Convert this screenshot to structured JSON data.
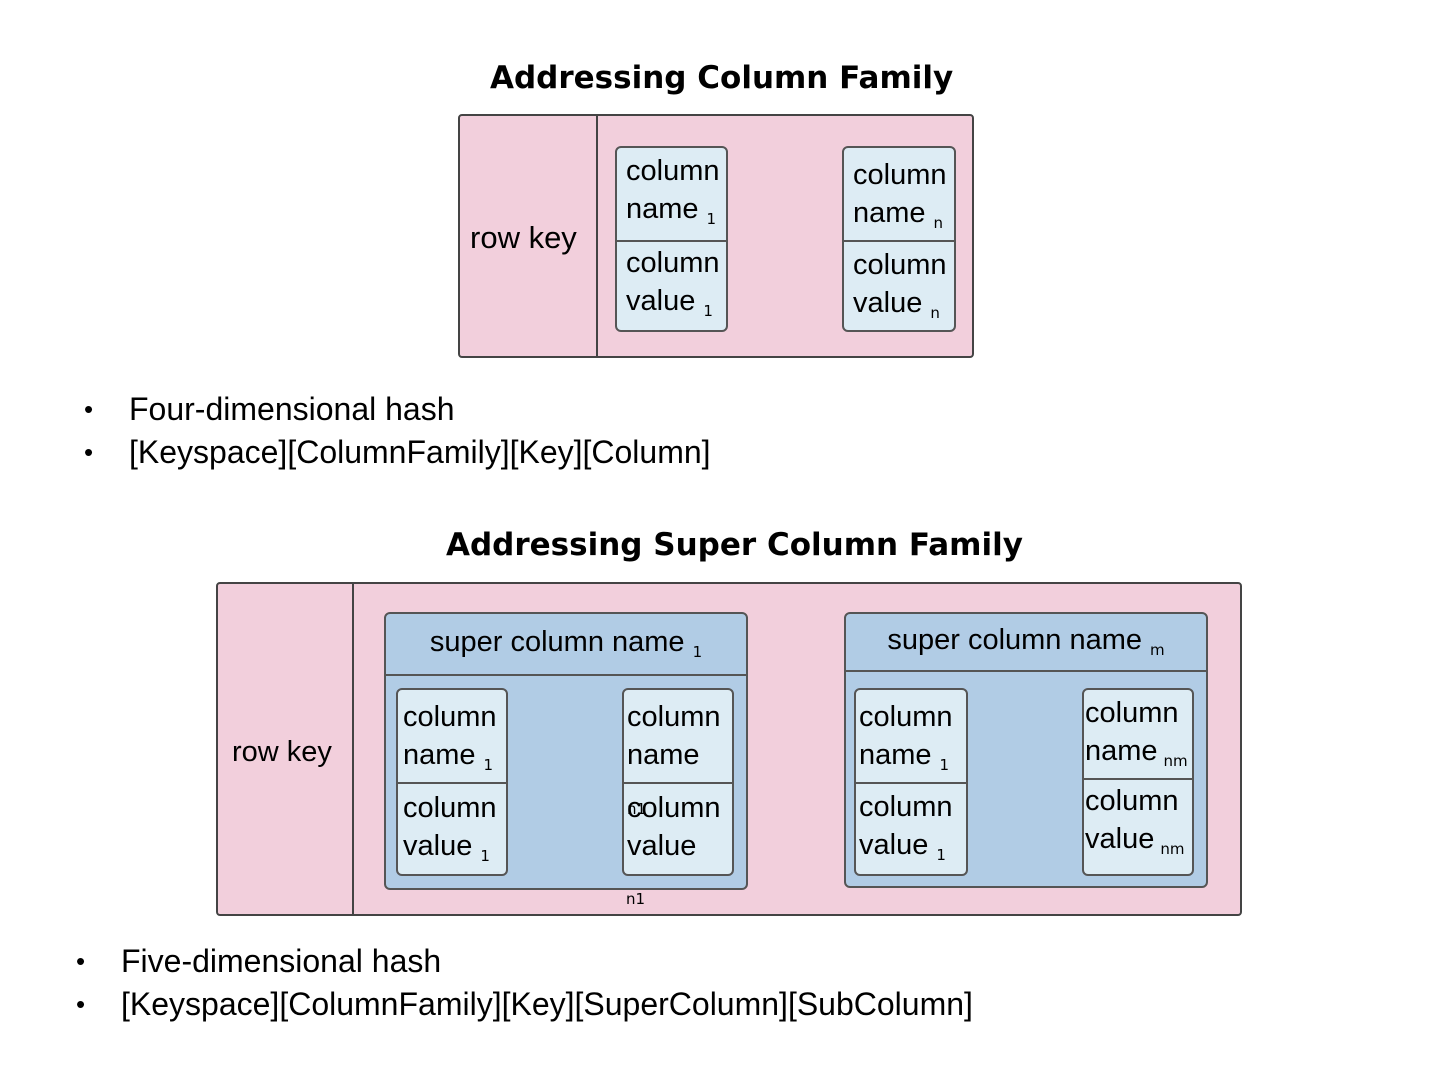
{
  "cf": {
    "title": "Addressing Column Family",
    "row_key": "row key",
    "col1": {
      "name": "column name",
      "name_sub": "1",
      "value": "column value",
      "value_sub": "1"
    },
    "coln": {
      "name": "column name",
      "name_sub": "n",
      "value": "column value",
      "value_sub": "n"
    },
    "bullets": [
      "Four-dimensional hash",
      "[Keyspace][ColumnFamily][Key][Column]"
    ]
  },
  "scf": {
    "title": "Addressing Super Column Family",
    "row_key": "row key",
    "super1": {
      "name": "super column name",
      "name_sub": "1",
      "col1": {
        "name": "column name",
        "name_sub": "1",
        "value": "column value",
        "value_sub": "1"
      },
      "coln": {
        "name": "column name",
        "name_sub": "n1",
        "value": "column value",
        "value_sub": "n1"
      }
    },
    "superm": {
      "name": "super column name",
      "name_sub": "m",
      "col1": {
        "name": "column name",
        "name_sub": "1",
        "value": "column value",
        "value_sub": "1"
      },
      "coln": {
        "name": "column name",
        "name_sub": "nm",
        "value": "column value",
        "value_sub": "nm"
      }
    },
    "bullets": [
      "Five-dimensional hash",
      "[Keyspace][ColumnFamily][Key][SuperColumn][SubColumn]"
    ]
  }
}
